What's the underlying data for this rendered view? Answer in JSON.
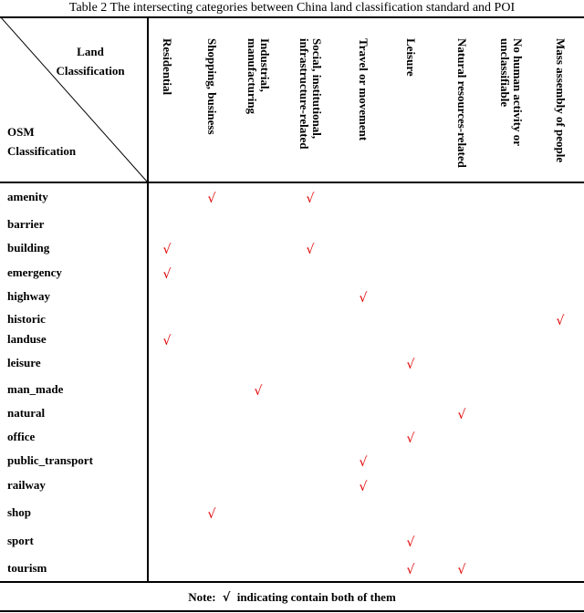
{
  "caption": "Table 2 The intersecting categories between China land classification standard and POI",
  "corner": {
    "land_line1": "Land",
    "land_line2": "Classification",
    "osm_line1": "OSM",
    "osm_line2": "Classification"
  },
  "check_mark": "√",
  "columns": [
    {
      "lines": [
        "Residential"
      ]
    },
    {
      "lines": [
        "Shopping, business"
      ]
    },
    {
      "lines": [
        "Industrial,",
        "manufacturing"
      ]
    },
    {
      "lines": [
        "Social, institutional,",
        "infrastructure-related"
      ]
    },
    {
      "lines": [
        "Travel or movement"
      ]
    },
    {
      "lines": [
        "Leisure"
      ]
    },
    {
      "lines": [
        "Natural resources-related"
      ]
    },
    {
      "lines": [
        "No human activity or",
        "unclassifiable"
      ]
    },
    {
      "lines": [
        "Mass assembly of people"
      ]
    }
  ],
  "rows": [
    {
      "label": "amenity",
      "checks": [
        1,
        3
      ]
    },
    {
      "label": "barrier",
      "checks": []
    },
    {
      "label": "building",
      "checks": [
        0,
        3
      ]
    },
    {
      "label": "emergency",
      "checks": [
        0
      ]
    },
    {
      "label": "highway",
      "checks": [
        4
      ]
    },
    {
      "label": "historic",
      "checks": [
        8
      ]
    },
    {
      "label": "landuse",
      "checks": [
        0
      ]
    },
    {
      "label": "leisure",
      "checks": [
        5
      ]
    },
    {
      "label": "man_made",
      "checks": [
        2
      ]
    },
    {
      "label": "natural",
      "checks": [
        6
      ]
    },
    {
      "label": "office",
      "checks": [
        5
      ]
    },
    {
      "label": "public_transport",
      "checks": [
        4
      ]
    },
    {
      "label": "railway",
      "checks": [
        4
      ]
    },
    {
      "label": "shop",
      "checks": [
        1
      ]
    },
    {
      "label": "sport",
      "checks": [
        5
      ]
    },
    {
      "label": "tourism",
      "checks": [
        5,
        6
      ]
    }
  ],
  "note": {
    "prefix": "Note:",
    "symbol": "√",
    "text": "indicating contain both of them"
  }
}
